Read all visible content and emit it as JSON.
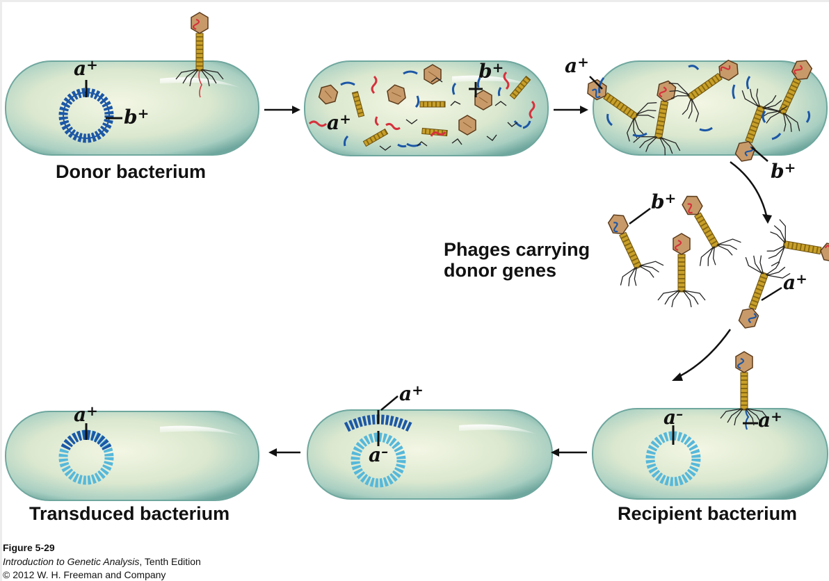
{
  "titles": {
    "donor": "Donor bacterium",
    "phages_carrying": "Phages carrying",
    "donor_genes": "donor genes",
    "transduced": "Transduced bacterium",
    "recipient": "Recipient bacterium"
  },
  "genes": {
    "a_plus": "a",
    "b_plus": "b",
    "a_minus": "a",
    "plus": "+",
    "minus": "–"
  },
  "caption": {
    "figure": "Figure 5-29",
    "book_title": "Introduction to Genetic Analysis",
    "edition": ", Tenth Edition",
    "copyright": "© 2012 W. H. Freeman and Company"
  },
  "colors": {
    "cell_fill": "#cfe3cf",
    "cell_edge": "#6fa79e",
    "donor_dna": "#1c57a6",
    "recipient_dna": "#56b8da",
    "phage_head": "#c89a6a",
    "phage_tail": "#c8a02a",
    "phage_dna_red": "#d6313c"
  }
}
